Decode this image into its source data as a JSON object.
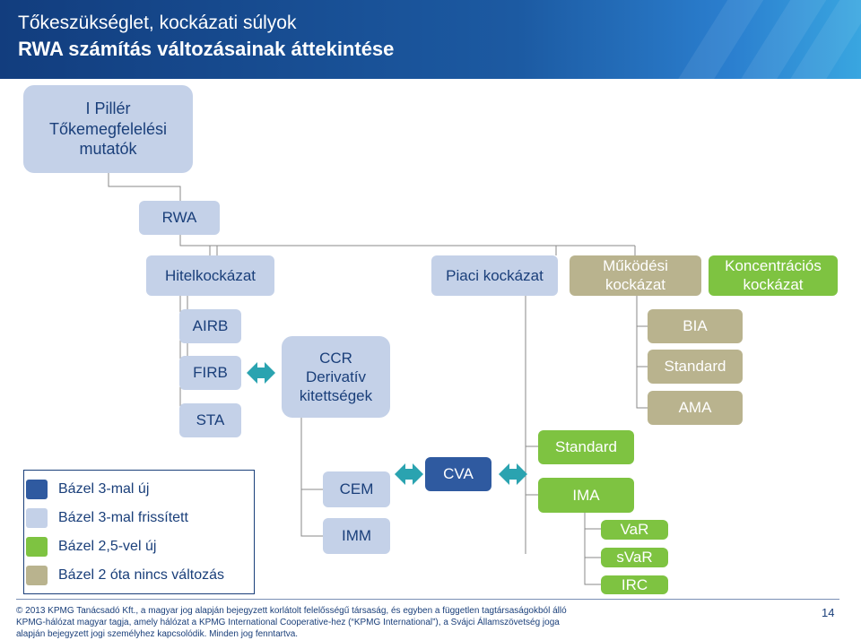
{
  "header": {
    "title": "Tőkeszükséglet, kockázati súlyok",
    "subtitle": "RWA számítás változásainak áttekintése"
  },
  "colors": {
    "header_dark": "#123d7e",
    "header_light": "#39a6e0",
    "light_blue": "#c4d1e8",
    "dark_blue": "#2f5aa0",
    "green": "#7ec341",
    "tan": "#b9b38e",
    "text": "#1a3f7a"
  },
  "diagram": {
    "pillar": "I Pillér\nTőkemegfelelési\nmutatók",
    "rwa": "RWA",
    "credit_risk": "Hitelkockázat",
    "market_risk": "Piaci kockázat",
    "operational_risk": "Működési\nkockázat",
    "concentration_risk": "Koncentrációs\nkockázat",
    "airb": "AIRB",
    "firb": "FIRB",
    "sta": "STA",
    "ccr": "CCR\nDerivatív\nkitettségek",
    "cem": "CEM",
    "imm": "IMM",
    "cva": "CVA",
    "market_standard": "Standard",
    "ima": "IMA",
    "var": "VaR",
    "svar": "sVaR",
    "irc": "IRC",
    "bia": "BIA",
    "op_standard": "Standard",
    "ama": "AMA"
  },
  "legend": [
    {
      "label": "Bázel 3-mal új",
      "color": "#2f5aa0"
    },
    {
      "label": "Bázel 3-mal frissített",
      "color": "#c4d1e8"
    },
    {
      "label": "Bázel 2,5-vel új",
      "color": "#7ec341"
    },
    {
      "label": "Bázel 2 óta nincs változás",
      "color": "#b9b38e"
    }
  ],
  "footer": {
    "copyright": "© 2013 KPMG Tanácsadó Kft., a magyar jog alapján bejegyzett korlátolt felelősségű társaság, és egyben a független tagtársaságokból álló KPMG-hálózat magyar tagja, amely hálózat a KPMG International Cooperative-hez (“KPMG International”), a Svájci Államszövetség joga alapján bejegyzett jogi személyhez kapcsolódik. Minden jog fenntartva.",
    "page_number": "14"
  }
}
